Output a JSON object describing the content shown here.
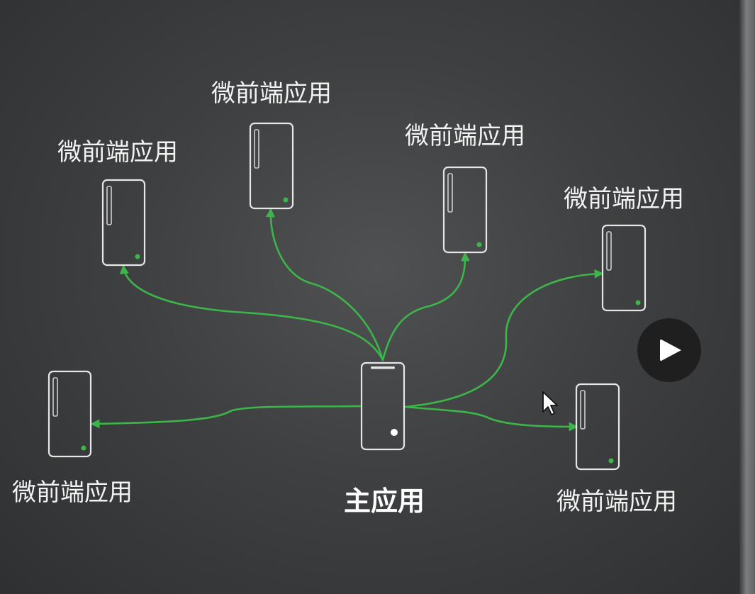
{
  "diagram": {
    "main_app": {
      "label": "主应用"
    },
    "micro_apps": [
      {
        "label": "微前端应用"
      },
      {
        "label": "微前端应用"
      },
      {
        "label": "微前端应用"
      },
      {
        "label": "微前端应用"
      },
      {
        "label": "微前端应用"
      },
      {
        "label": "微前端应用"
      }
    ],
    "colors": {
      "link": "#3cb54a",
      "device_outline": "#e6e6e6",
      "background": "#444546"
    }
  },
  "player": {
    "play_icon": "play-icon",
    "cursor_icon": "mouse-cursor-icon"
  }
}
